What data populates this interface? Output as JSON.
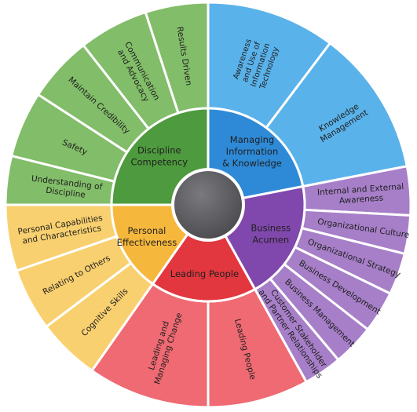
{
  "core": {
    "label": "",
    "color": "#5a5a5e"
  },
  "sections": [
    {
      "key": "discipline",
      "label_lines": [
        "Discipline",
        "Competency"
      ],
      "inner_color": "#4e9a3e",
      "outer_color": "#82bd69",
      "outer": [
        {
          "lines": [
            "Understanding of",
            "Discipline"
          ]
        },
        {
          "lines": [
            "Safety"
          ]
        },
        {
          "lines": [
            "Maintain Credibility"
          ]
        },
        {
          "lines": [
            "Communication",
            "and Advocacy"
          ]
        },
        {
          "lines": [
            "Results Driven"
          ]
        }
      ]
    },
    {
      "key": "managing-information",
      "label_lines": [
        "Managing",
        "Information",
        "& Knowledge"
      ],
      "inner_color": "#2e8ad6",
      "outer_color": "#5ab2ea",
      "outer": [
        {
          "lines": [
            "Awareness",
            "and Use of",
            "Information",
            "Technology"
          ]
        },
        {
          "lines": [
            "Knowledge",
            "Management"
          ]
        }
      ]
    },
    {
      "key": "business-acumen",
      "label_lines": [
        "Business",
        "Acumen"
      ],
      "inner_color": "#8048ad",
      "outer_color": "#a77fc8",
      "outer": [
        {
          "lines": [
            "Internal and External",
            "Awareness"
          ]
        },
        {
          "lines": [
            "Organizational Culture"
          ]
        },
        {
          "lines": [
            "Organizational Strategy"
          ]
        },
        {
          "lines": [
            "Business Development"
          ]
        },
        {
          "lines": [
            "Business Management"
          ]
        },
        {
          "lines": [
            "Customer Stakeholder",
            "and Partner Relationships"
          ]
        }
      ]
    },
    {
      "key": "leading-people",
      "label_lines": [
        "Leading People"
      ],
      "inner_color": "#e2373f",
      "outer_color": "#ef6a72",
      "outer": [
        {
          "lines": [
            "Leading People"
          ]
        },
        {
          "lines": [
            "Leading and",
            "Managing Change"
          ]
        }
      ]
    },
    {
      "key": "personal-effectiveness",
      "label_lines": [
        "Personal",
        "Effectiveness"
      ],
      "inner_color": "#f6b83c",
      "outer_color": "#f9d06f",
      "outer": [
        {
          "lines": [
            "Cognitive Skills"
          ]
        },
        {
          "lines": [
            "Relating to Others"
          ]
        },
        {
          "lines": [
            "Personal Capabilities",
            "and Characteristics"
          ]
        }
      ]
    }
  ]
}
